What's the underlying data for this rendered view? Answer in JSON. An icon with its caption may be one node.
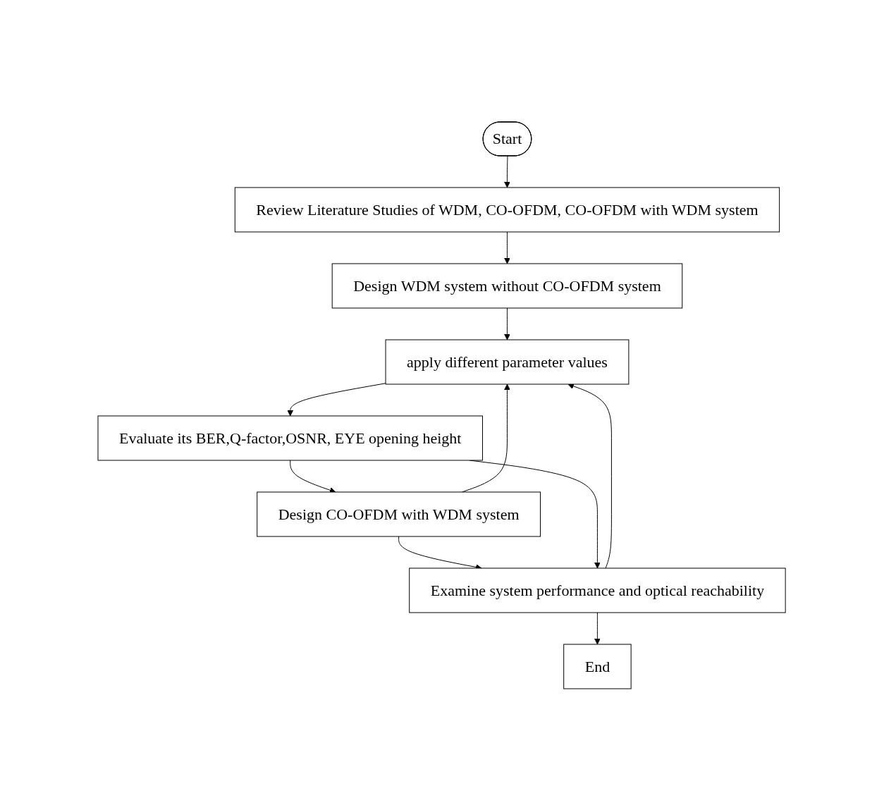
{
  "diagram": {
    "nodes": [
      {
        "text": [
          "Start"
        ]
      },
      {
        "text": [
          "Review Literature Studies of WDM, CO-OFDM, CO-OFDM with WDM system"
        ]
      },
      {
        "text": [
          "Design WDM system without CO-OFDM system"
        ]
      },
      {
        "text": [
          "apply different parameter values"
        ]
      },
      {
        "text": [
          "Evaluate its BER,Q-factor,OSNR, EYE opening height"
        ]
      },
      {
        "text": [
          "Design CO-OFDM with WDM system"
        ]
      },
      {
        "text": [
          "Examine system performance and optical reachability"
        ]
      },
      {
        "text": [
          "End"
        ]
      }
    ],
    "edges": [
      {
        "from": 0,
        "to": 1,
        "arrow": "to"
      },
      {
        "from": 1,
        "to": 2,
        "arrow": "to"
      },
      {
        "from": 2,
        "to": 3,
        "arrow": "to"
      },
      {
        "from": 3,
        "to": 4,
        "arrow": "to"
      },
      {
        "from": 4,
        "to": 5,
        "arrow": "to"
      },
      {
        "from": 5,
        "to": 6,
        "arrow": "to"
      },
      {
        "from": 6,
        "to": 7,
        "arrow": "to"
      },
      {
        "from": 5,
        "to": 3,
        "arrow": "to"
      },
      {
        "from": 6,
        "to": 3,
        "arrow": "to"
      },
      {
        "from": 4,
        "to": 6,
        "arrow": "to"
      }
    ]
  }
}
